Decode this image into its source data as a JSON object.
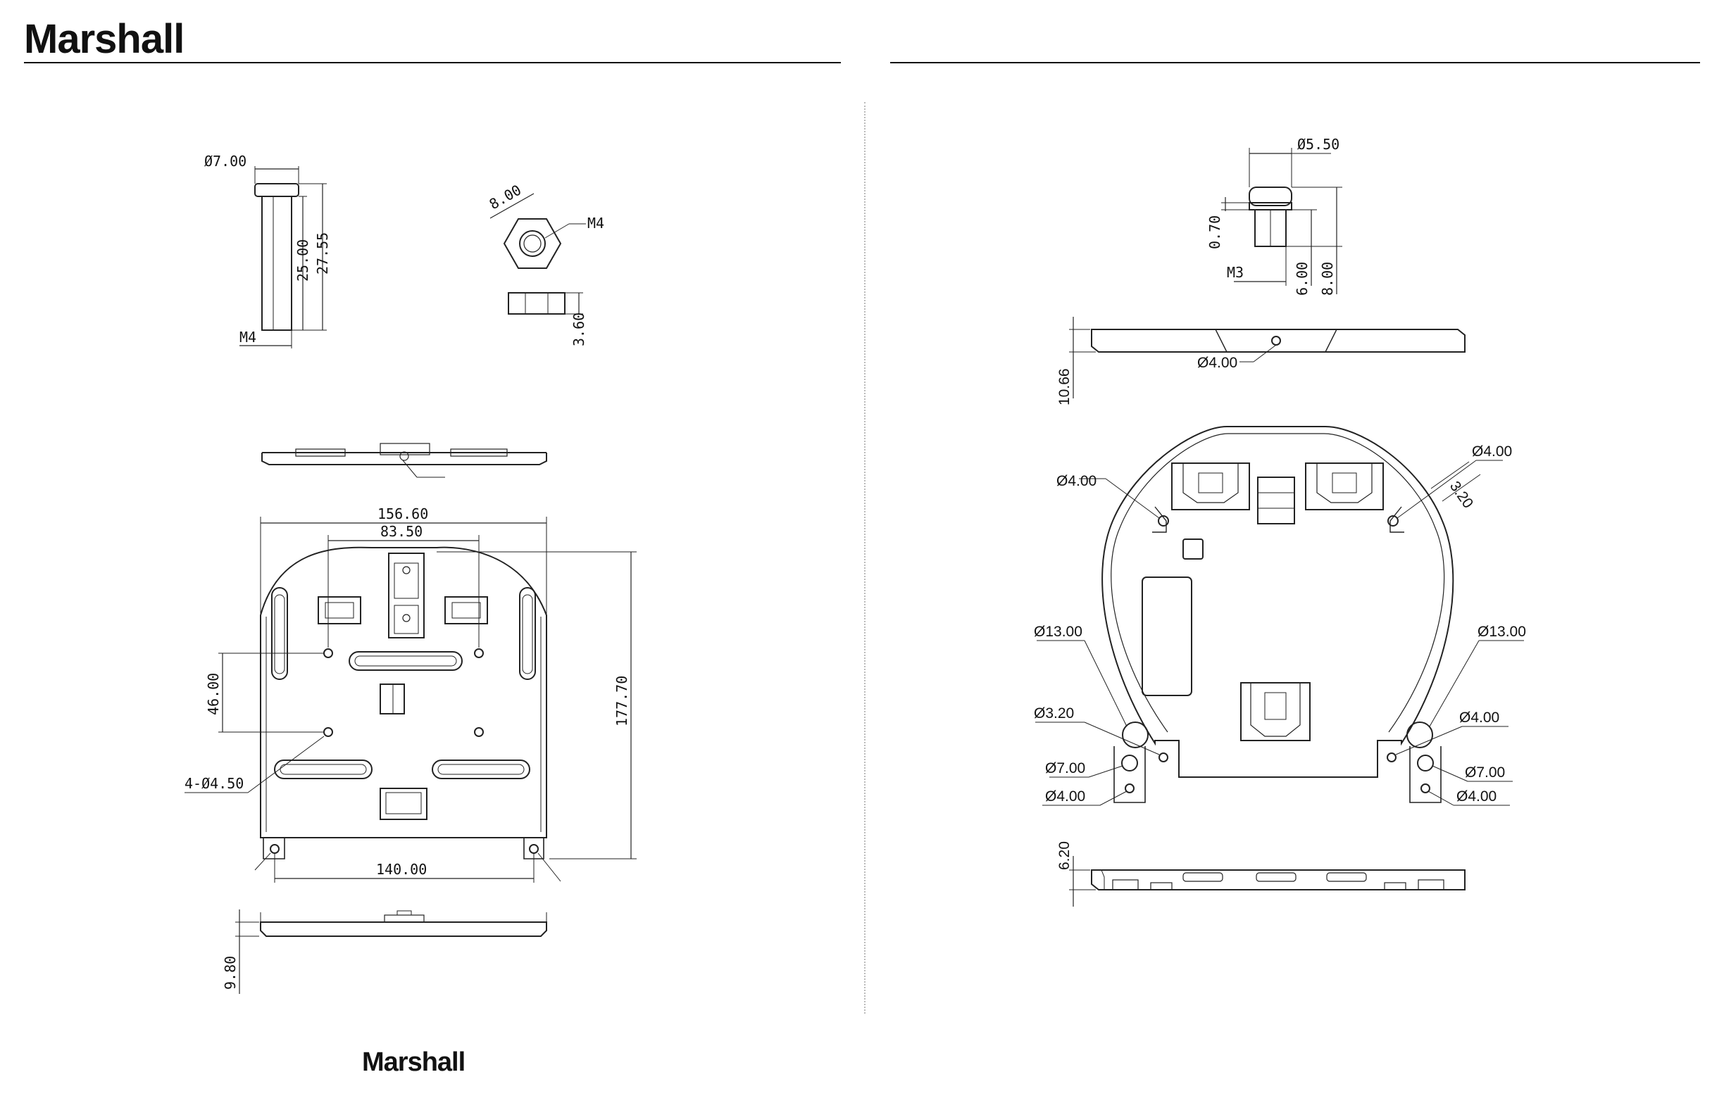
{
  "header": {
    "brand": "Marshall"
  },
  "footer": {
    "brand": "Marshall"
  },
  "left_panel": {
    "bolt": {
      "head_diameter": "Ø7.00",
      "length": "25.00",
      "total_length": "27.55",
      "thread": "M4"
    },
    "nut": {
      "width": "8.00",
      "thread": "M4",
      "thickness": "3.60"
    },
    "plate": {
      "width": "156.60",
      "hole_spacing": "83.50",
      "hole_pitch": "46.00",
      "holes": "4-Ø4.50",
      "height": "177.70",
      "foot_spacing": "140.00",
      "thickness": "9.80"
    }
  },
  "right_panel": {
    "screw": {
      "head_diameter": "Ø5.50",
      "head_height": "0.70",
      "thread": "M3",
      "thread_length": "6.00",
      "total_length": "8.00"
    },
    "side": {
      "height": "10.66",
      "hole": "Ø4.00"
    },
    "bracket": {
      "top_left_hole": "Ø4.00",
      "top_right_hole": "Ø4.00",
      "slot_width": "3.20",
      "left_arc_hole": "Ø13.00",
      "right_arc_hole": "Ø13.00",
      "left_small_hole": "Ø3.20",
      "right_mount_hole": "Ø4.00",
      "left_foot_hole_large": "Ø7.00",
      "right_foot_hole_large": "Ø7.00",
      "left_foot_hole_small": "Ø4.00",
      "right_foot_hole_small": "Ø4.00"
    },
    "bottom": {
      "thickness": "6.20"
    }
  }
}
